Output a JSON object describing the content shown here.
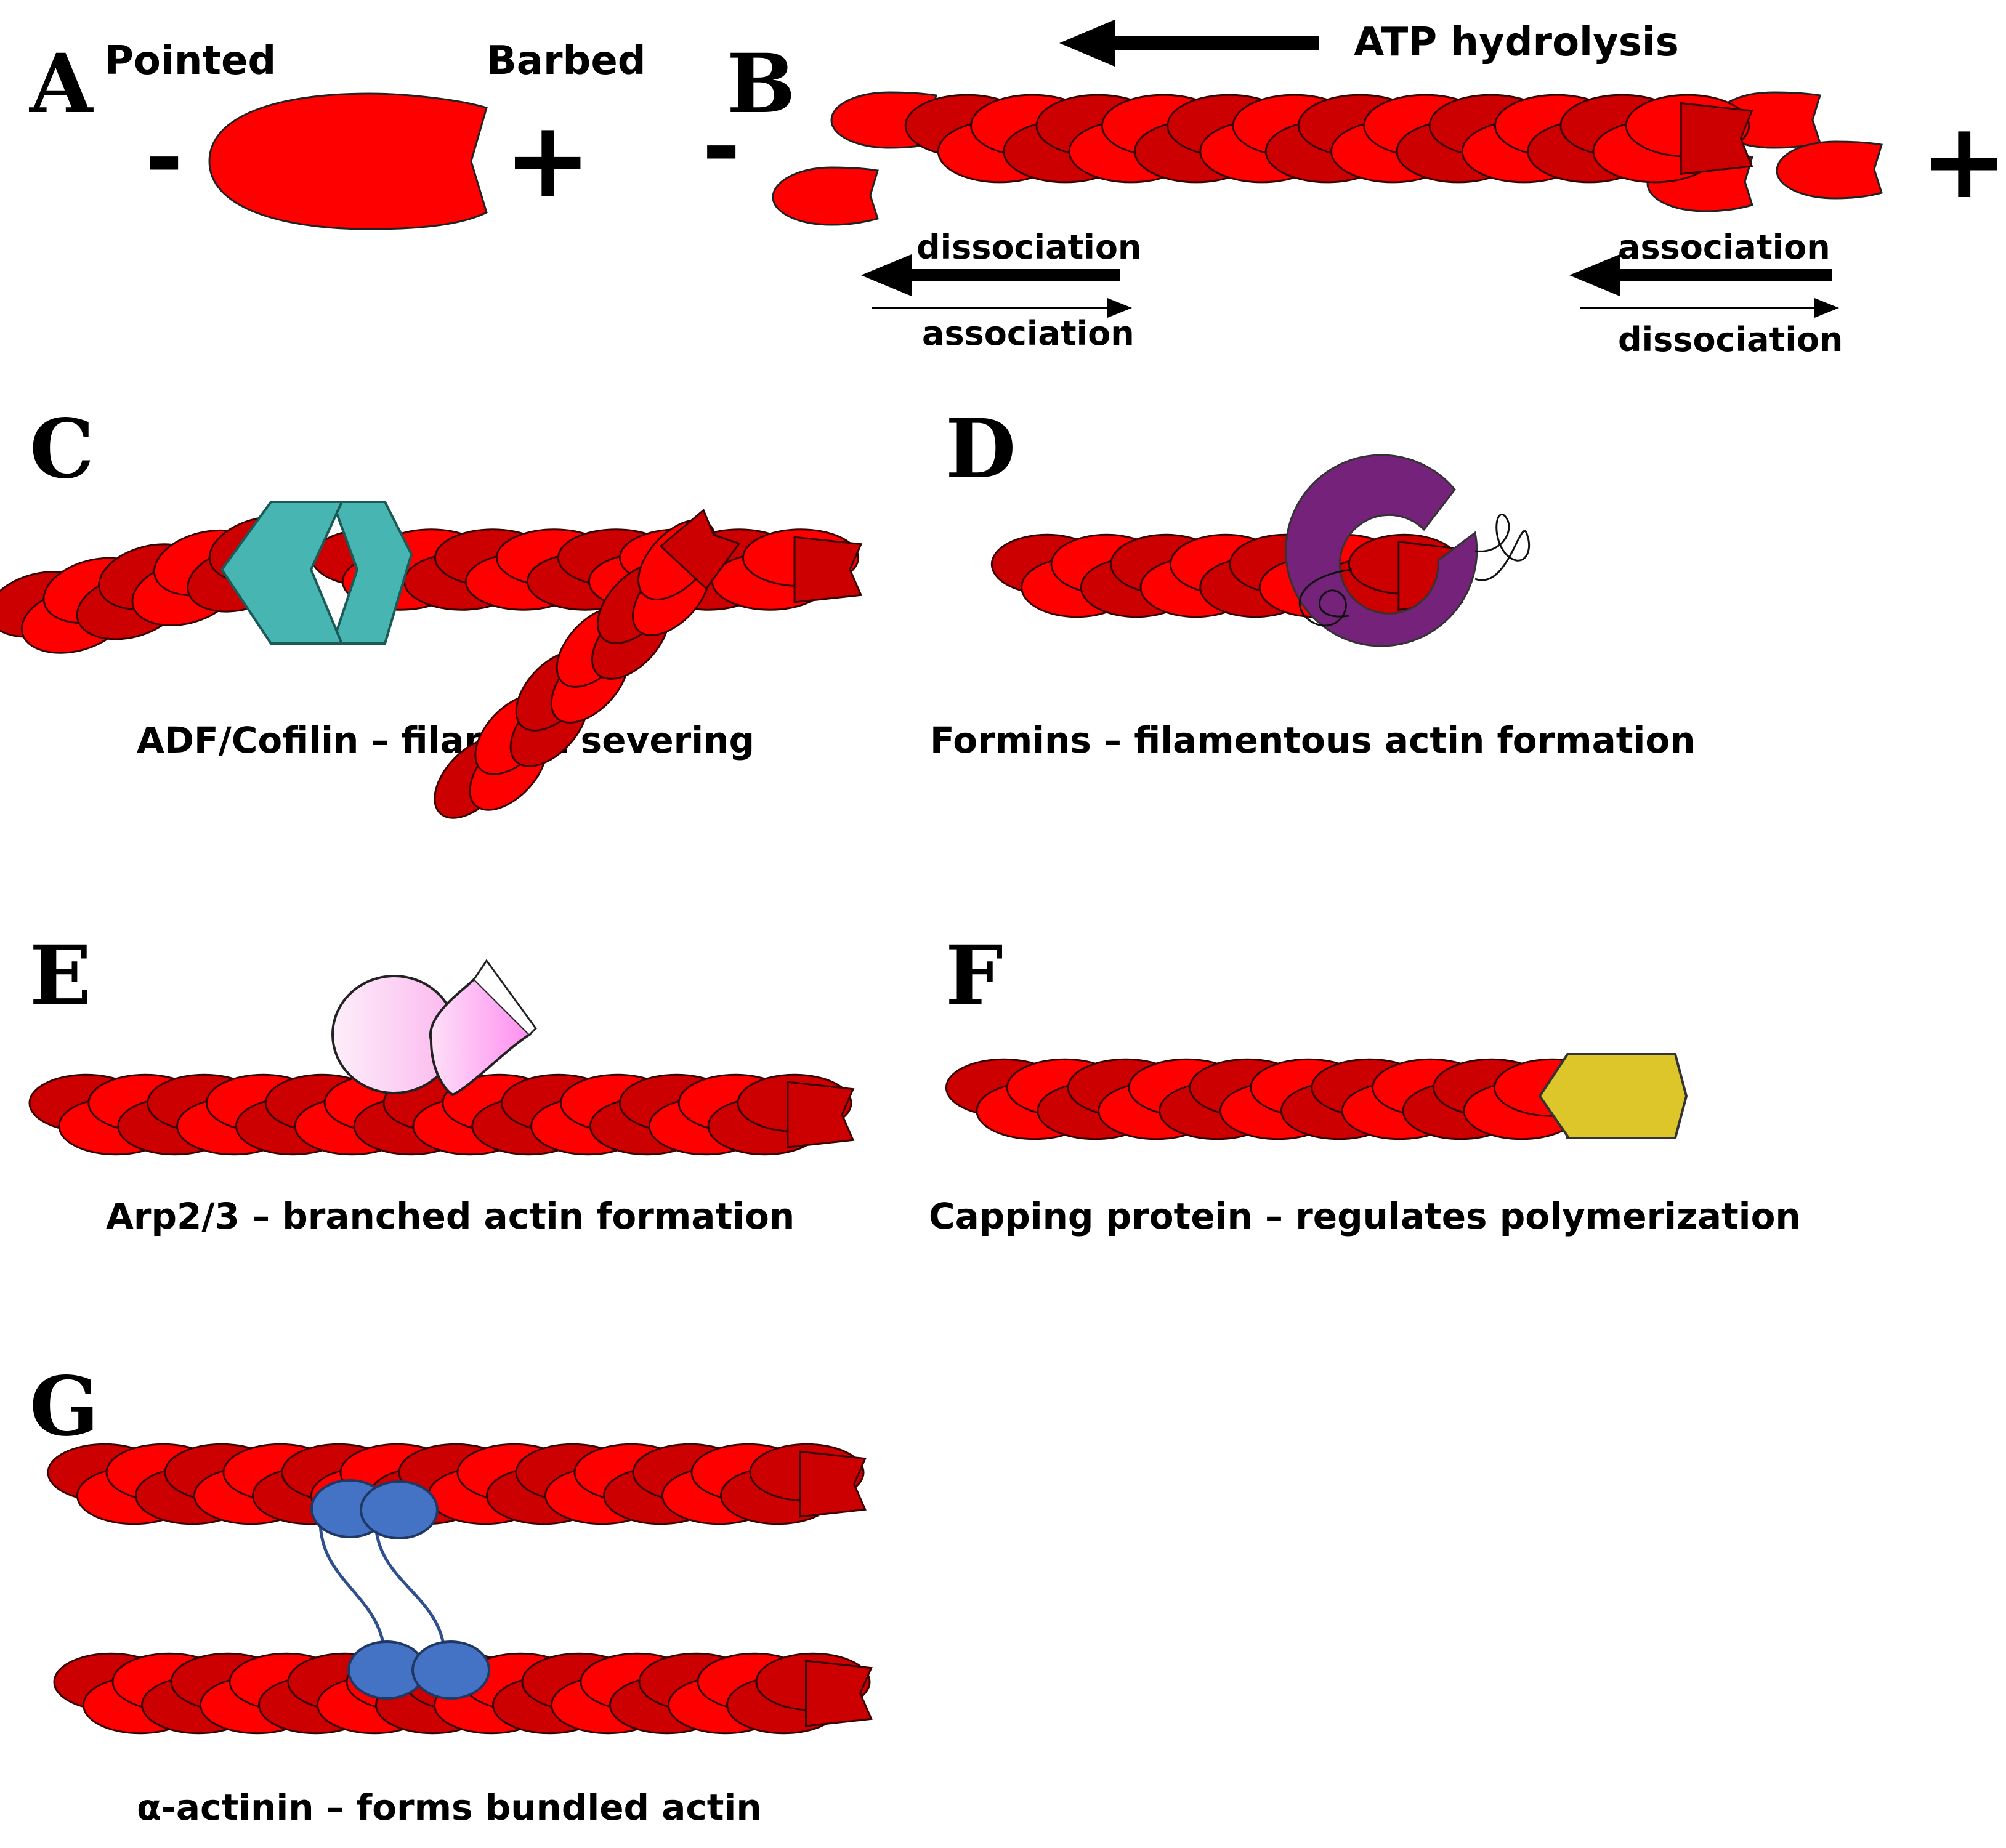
{
  "panels": {
    "A": {
      "letter": "A",
      "pointed": "Pointed",
      "barbed": "Barbed",
      "minus": "-",
      "plus": "+"
    },
    "B": {
      "letter": "B",
      "atp": "ATP hydrolysis",
      "minus": "-",
      "plus": "+",
      "left_top": "dissociation",
      "left_bottom": "association",
      "right_top": "association",
      "right_bottom": "dissociation"
    },
    "C": {
      "letter": "C",
      "caption": "ADF/Cofilin – filament severing"
    },
    "D": {
      "letter": "D",
      "caption": "Formins – filamentous actin formation"
    },
    "E": {
      "letter": "E",
      "caption": "Arp2/3 – branched actin formation"
    },
    "F": {
      "letter": "F",
      "caption": "Capping protein – regulates polymerization"
    },
    "G": {
      "letter": "G",
      "caption": "α-actinin – forms bundled actin"
    }
  },
  "colors": {
    "actin_bright": "#ff0000",
    "actin_dark": "#cc0000",
    "cofilin": "#4bb8b4",
    "formin": "#74227a",
    "arp23_light": "#fcd6f2",
    "arp23_dark": "#ff9cf0",
    "capping": "#dcc62a",
    "actinin": "#4472c4",
    "actinin_linker": "#2f4f8f"
  }
}
